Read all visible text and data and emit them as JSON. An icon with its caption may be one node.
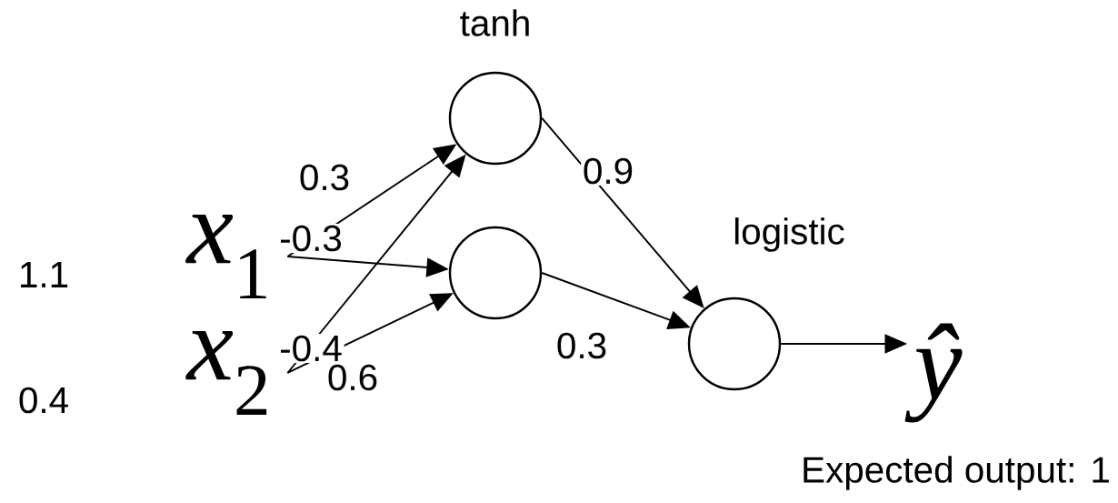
{
  "diagram": {
    "nodes": [
      {
        "text": [
          "*x*$_{1}$"
        ],
        "beside": [
          "1.1"
        ]
      },
      {
        "text": [
          "*x*$_{2}$"
        ],
        "beside": [
          "0.4"
        ]
      },
      {
        "text": [],
        "shape": "circle",
        "beside": [
          "tanh"
        ]
      },
      {
        "text": [],
        "shape": "circle"
      },
      {
        "text": [],
        "shape": "circle",
        "beside": [
          "logistic"
        ]
      },
      {
        "text": [
          "ŷ"
        ],
        "beside": [
          "Expected output: 1"
        ]
      }
    ],
    "edges": [
      {
        "from": 0,
        "to": 2,
        "arrow": "to",
        "label": "0.3"
      },
      {
        "from": 0,
        "to": 3,
        "arrow": "to",
        "label": "-0.3"
      },
      {
        "from": 1,
        "to": 2,
        "arrow": "to",
        "label": "-0.4"
      },
      {
        "from": 1,
        "to": 3,
        "arrow": "to",
        "label": "0.6"
      },
      {
        "from": 2,
        "to": 4,
        "arrow": "to",
        "label": "0.9"
      },
      {
        "from": 3,
        "to": 4,
        "arrow": "to",
        "label": "0.3"
      },
      {
        "from": 4,
        "to": 5,
        "arrow": "to"
      }
    ]
  }
}
